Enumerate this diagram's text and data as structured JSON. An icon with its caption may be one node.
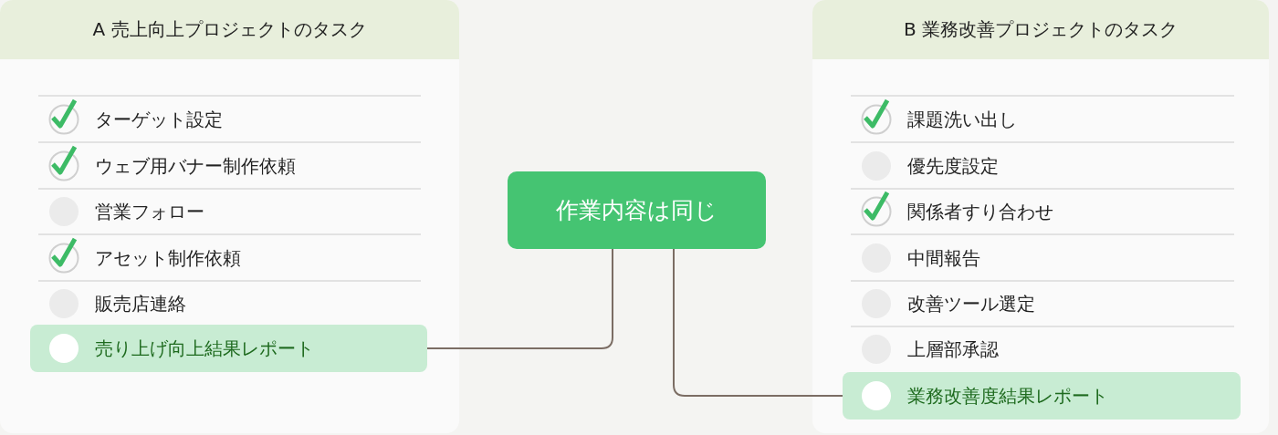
{
  "diagram": {
    "nodes": [
      {
        "text": [
          "A 売上向上プロジェクトのタスク"
        ]
      },
      {
        "text": [
          "ターゲット設定"
        ],
        "in": 0
      },
      {
        "text": [
          "ウェブ用バナー制作依頼"
        ],
        "in": 0
      },
      {
        "text": [
          "営業フォロー"
        ],
        "in": 0
      },
      {
        "text": [
          "アセット制作依頼"
        ],
        "in": 0
      },
      {
        "text": [
          "販売店連絡"
        ],
        "in": 0
      },
      {
        "text": [
          "売り上げ向上結果レポート"
        ],
        "in": 0
      },
      {
        "text": [
          "B 業務改善プロジェクトのタスク"
        ]
      },
      {
        "text": [
          "課題洗い出し"
        ],
        "in": 7
      },
      {
        "text": [
          "優先度設定"
        ],
        "in": 7
      },
      {
        "text": [
          "関係者すり合わせ"
        ],
        "in": 7
      },
      {
        "text": [
          "中間報告"
        ],
        "in": 7
      },
      {
        "text": [
          "改善ツール選定"
        ],
        "in": 7
      },
      {
        "text": [
          "上層部承認"
        ],
        "in": 7
      },
      {
        "text": [
          "業務改善度結果レポート"
        ],
        "in": 7
      },
      {
        "text": [
          "作業内容は同じ"
        ]
      }
    ],
    "edges": [
      {
        "from": 15,
        "to": 6,
        "arrow": "none"
      },
      {
        "from": 15,
        "to": 14,
        "arrow": "none"
      }
    ]
  }
}
